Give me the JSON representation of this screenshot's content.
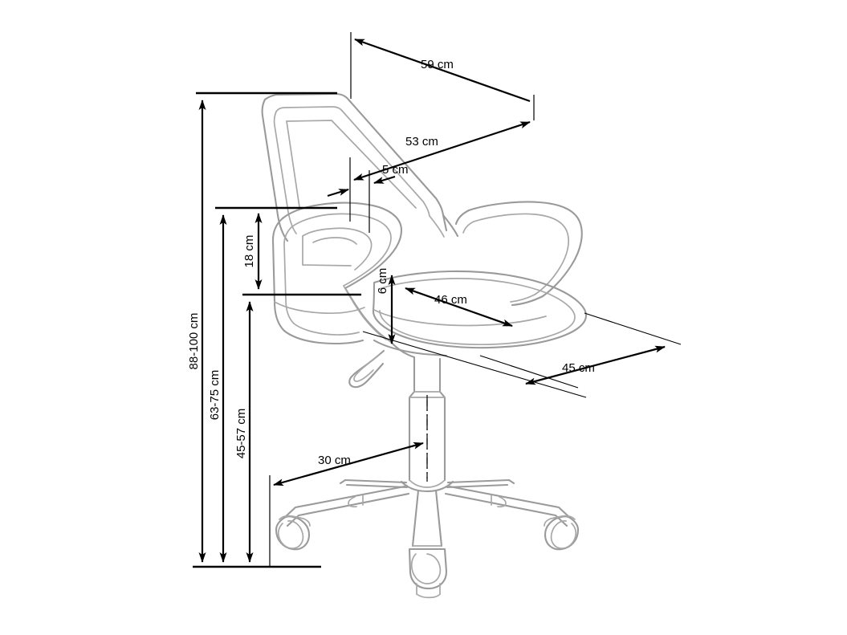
{
  "drawing": {
    "title": "Office chair dimension drawing",
    "subject": "office-chair",
    "view": "side-elevation",
    "units": "cm",
    "line_colors": {
      "product_outline": "#9a9a9a",
      "dimension": "#000000",
      "background": "#ffffff"
    }
  },
  "dimensions": {
    "overall_width_top": "59 cm",
    "backrest_depth": "53 cm",
    "backrest_offset": "5 cm",
    "armrest_height": "18 cm",
    "seat_thickness": "6 cm",
    "seat_depth": "46 cm",
    "seat_width": "45 cm",
    "base_radius": "30 cm",
    "overall_height": "88-100 cm",
    "backrest_top_height": "63-75 cm",
    "seat_height": "45-57 cm"
  },
  "labels": [
    {
      "id": "d59",
      "text": "59 cm",
      "orientation": "diagonal",
      "measures": "overall depth at top of backrest"
    },
    {
      "id": "d53",
      "text": "53 cm",
      "orientation": "diagonal",
      "measures": "backrest depth"
    },
    {
      "id": "d5",
      "text": "5 cm",
      "orientation": "diagonal",
      "measures": "backrest frame offset"
    },
    {
      "id": "d18",
      "text": "18 cm",
      "orientation": "vertical",
      "measures": "armrest height above seat"
    },
    {
      "id": "d6",
      "text": "6 cm",
      "orientation": "vertical",
      "measures": "seat cushion thickness"
    },
    {
      "id": "d46",
      "text": "46 cm",
      "orientation": "diagonal",
      "measures": "seat depth"
    },
    {
      "id": "d45",
      "text": "45 cm",
      "orientation": "diagonal",
      "measures": "seat width"
    },
    {
      "id": "d30",
      "text": "30 cm",
      "orientation": "diagonal",
      "measures": "base star radius"
    },
    {
      "id": "d88100",
      "text": "88-100 cm",
      "orientation": "vertical",
      "measures": "total chair height range"
    },
    {
      "id": "d6375",
      "text": "63-75 cm",
      "orientation": "vertical",
      "measures": "height to top of armrest range"
    },
    {
      "id": "d4557",
      "text": "45-57 cm",
      "orientation": "vertical",
      "measures": "seat height range"
    }
  ]
}
